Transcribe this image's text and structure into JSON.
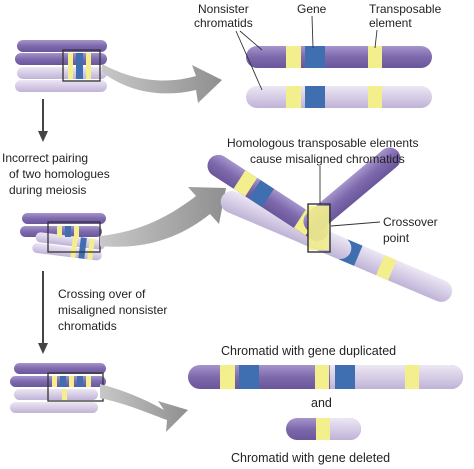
{
  "labels": {
    "nonsister_chromatids": [
      "Nonsister",
      "chromatids"
    ],
    "gene": "Gene",
    "transposable_element": [
      "Transposable",
      "element"
    ],
    "incorrect_pairing": [
      "Incorrect pairing",
      "of two homologues",
      "during meiosis"
    ],
    "homologous_transposable": [
      "Homologous transposable elements",
      "cause misaligned chromatids"
    ],
    "crossover_point": [
      "Crossover",
      "point"
    ],
    "crossing_over": [
      "Crossing over of",
      "misaligned nonsister",
      "chromatids"
    ],
    "chromatid_duplicated": "Chromatid with gene duplicated",
    "and": "and",
    "chromatid_deleted": "Chromatid with gene deleted"
  },
  "colors": {
    "chromatid_dark": "#8b77b8",
    "chromatid_light": "#d9d2e8",
    "gene": "#3f6fb0",
    "transposable_element": "#f3ef8c",
    "arrow": "#9a9a9a",
    "outline": "#333333"
  }
}
